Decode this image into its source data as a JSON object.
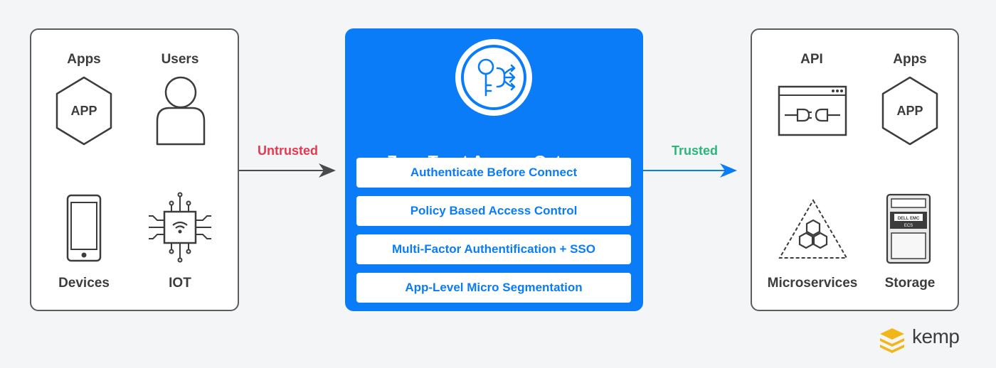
{
  "left": {
    "items": [
      {
        "label": "Apps",
        "icon": "app-hexagon-icon",
        "icon_text": "APP"
      },
      {
        "label": "Users",
        "icon": "user-icon"
      },
      {
        "label": "Devices",
        "icon": "smartphone-icon"
      },
      {
        "label": "IOT",
        "icon": "iot-chip-icon"
      }
    ]
  },
  "flows": {
    "untrusted": "Untrusted",
    "trusted": "Trusted"
  },
  "gateway": {
    "title": "Zero-Trust Access Gateway",
    "icon": "key-icon",
    "features": [
      "Authenticate Before Connect",
      "Policy Based Access Control",
      "Multi-Factor Authentification + SSO",
      "App-Level Micro Segmentation"
    ]
  },
  "right": {
    "items": [
      {
        "label": "API",
        "icon": "api-plug-icon"
      },
      {
        "label": "Apps",
        "icon": "app-hexagon-icon",
        "icon_text": "APP"
      },
      {
        "label": "Microservices",
        "icon": "microservices-icon"
      },
      {
        "label": "Storage",
        "icon": "storage-server-icon",
        "device_text": "DELL EMC",
        "device_subtext": "ECS"
      }
    ]
  },
  "brand": {
    "name": "kemp",
    "logo_icon": "kemp-logo-icon",
    "colors": {
      "gateway": "#0a7cf7",
      "untrusted": "#e8384f",
      "trusted": "#2bb67a",
      "logo": "#f2b61b"
    }
  }
}
